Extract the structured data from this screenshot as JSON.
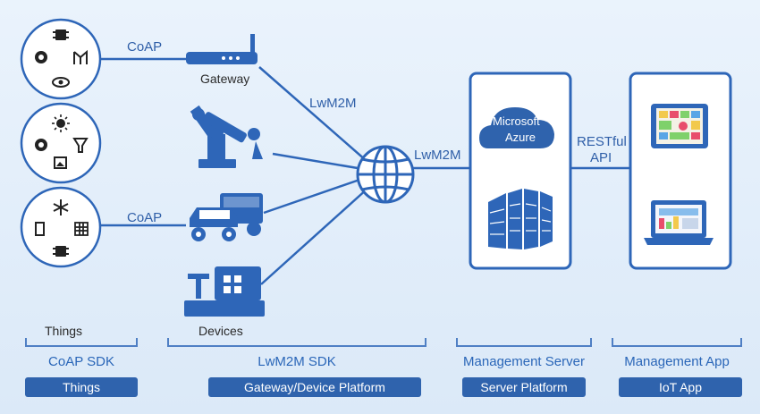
{
  "labels": {
    "coap_top": "CoAP",
    "coap_bottom": "CoAP",
    "gateway": "Gateway",
    "lwm2m_upper": "LwM2M",
    "lwm2m_right": "LwM2M",
    "restful_line1": "RESTful",
    "restful_line2": "API",
    "things": "Things",
    "devices": "Devices",
    "microsoft": "Microsoft",
    "azure": "Azure"
  },
  "columns": [
    {
      "sdk": "CoAP SDK",
      "platform": "Things"
    },
    {
      "sdk": "LwM2M SDK",
      "platform": "Gateway/Device Platform"
    },
    {
      "sdk": "Management Server",
      "platform": "Server Platform"
    },
    {
      "sdk": "Management App",
      "platform": "IoT App"
    }
  ],
  "colors": {
    "accent": "#2f63ad",
    "line": "#2e66b8",
    "background": "#e3eefa"
  },
  "icons": [
    "chip-icon",
    "gear-icon",
    "beacon-icon",
    "eye-icon",
    "sun-icon",
    "filter-icon",
    "image-icon",
    "snowflake-icon",
    "grid-icon",
    "router-icon",
    "robot-arm-icon",
    "car-icon",
    "truck-icon",
    "cash-register-icon",
    "globe-icon",
    "cloud-icon",
    "server-icon",
    "tablet-icon",
    "laptop-icon"
  ]
}
